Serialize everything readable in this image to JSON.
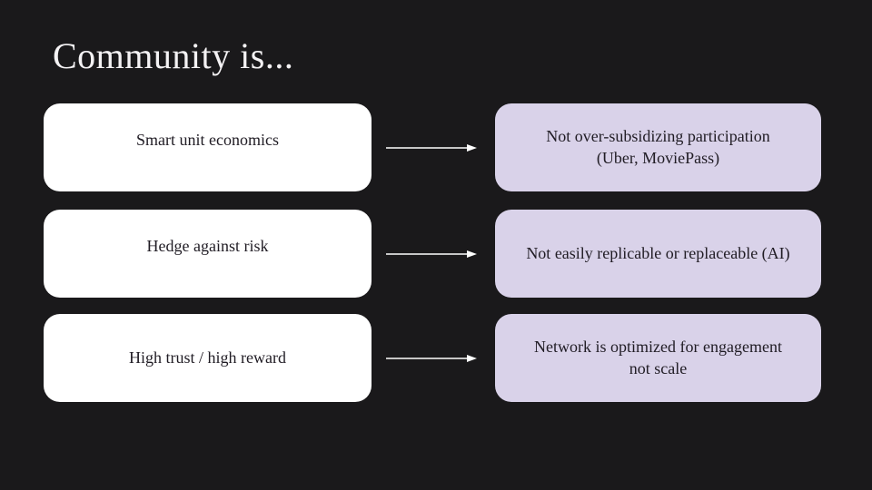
{
  "slide": {
    "title": "Community is...",
    "rows": [
      {
        "left": "Smart unit economics",
        "right": "Not over-subsidizing participation\n(Uber, MoviePass)"
      },
      {
        "left": "Hedge against risk",
        "right": "Not easily replicable or replaceable (AI)"
      },
      {
        "left": "High trust / high reward",
        "right": "Network is optimized for engagement\nnot scale"
      }
    ],
    "colors": {
      "background": "#1a191b",
      "title_text": "#f4f2f4",
      "left_box_bg": "#ffffff",
      "right_box_bg": "#d9d2e9",
      "box_text": "#201c24",
      "arrow": "#ffffff"
    }
  }
}
